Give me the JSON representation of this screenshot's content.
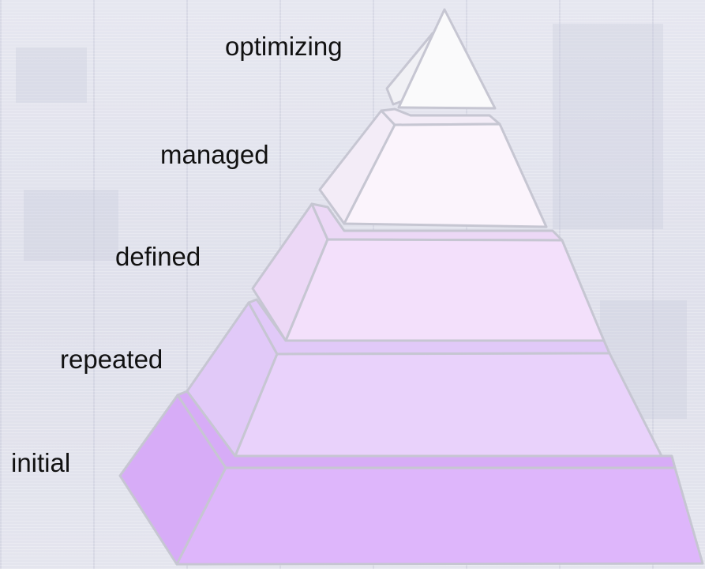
{
  "levels": [
    {
      "id": "optimizing",
      "label": "optimizing",
      "front": "#fafafb",
      "side": "#f1f1f5"
    },
    {
      "id": "managed",
      "label": "managed",
      "front": "#fbf4fc",
      "side": "#f3ecf7"
    },
    {
      "id": "defined",
      "label": "defined",
      "front": "#f3e0fb",
      "side": "#ecd8f6"
    },
    {
      "id": "repeated",
      "label": "repeated",
      "front": "#e9d2fb",
      "side": "#e1c9f8"
    },
    {
      "id": "initial",
      "label": "initial",
      "front": "#deb6fb",
      "side": "#d7acf7"
    }
  ],
  "colors": {
    "outline": "#c6c6d2",
    "background": "#e3e4ee"
  }
}
